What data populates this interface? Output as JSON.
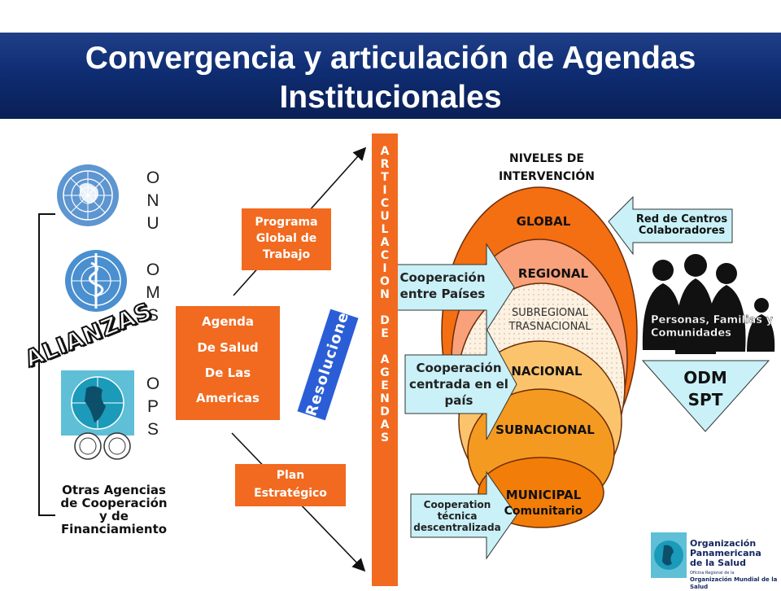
{
  "title": {
    "line1": "Convergencia y articulación de Agendas",
    "line2": "Institucionales"
  },
  "logos": {
    "onu": "ONU",
    "oms": "OMS",
    "ops": "OPS",
    "otras": [
      "Otras Agencias",
      "de Cooperación",
      "y de",
      "Financiamiento"
    ]
  },
  "alianzas": "ALIANZAS",
  "agenda_box": [
    "Agenda",
    "De Salud",
    "De Las",
    "Americas"
  ],
  "programa_box": [
    "Programa",
    "Global de",
    "Trabajo"
  ],
  "plan_box": [
    "Plan",
    "Estratégico"
  ],
  "resoluciones": "Resoluciones",
  "articulacion": "ARTICULACION DE AGENDAS",
  "niveles": [
    "NIVELES DE",
    "INTERVENCIÓN"
  ],
  "levels": {
    "global": "GLOBAL",
    "regional": "REGIONAL",
    "subregional": [
      "SUBREGIONAL",
      "TRASNACIONAL"
    ],
    "nacional": "NACIONAL",
    "subnacional": "SUBNACIONAL",
    "municipal": [
      "MUNICIPAL",
      "Comunitario"
    ]
  },
  "cyan_arrows": {
    "paises": [
      "Cooperación",
      "entre Países"
    ],
    "pais": [
      "Cooperación",
      "centrada en el",
      "país"
    ],
    "tecnica": [
      "Cooperation",
      "técnica",
      "descentralizada"
    ]
  },
  "red_centros": [
    "Red de Centros",
    "Colaboradores"
  ],
  "personas": [
    "Personas, Familias  y",
    "Comunidades"
  ],
  "odm": [
    "ODM",
    "SPT"
  ],
  "org": {
    "line1": "Organización",
    "line2": "Panamericana",
    "line3": "de la Salud",
    "small1": "Oficina Regional de la",
    "small2": "Organización Mundial de la Salud"
  },
  "colors": {
    "title_bg": "#0f2d73",
    "orange": "#f16a1f",
    "cyan": "#c9f1f7",
    "blue_box": "#2b5ed6",
    "global": "#f46e12",
    "regional": "#f8a17a",
    "subregional": "#fdf1e1",
    "nacional": "#fbc46c",
    "subnacional": "#f59a21",
    "municipal": "#f27d08"
  }
}
